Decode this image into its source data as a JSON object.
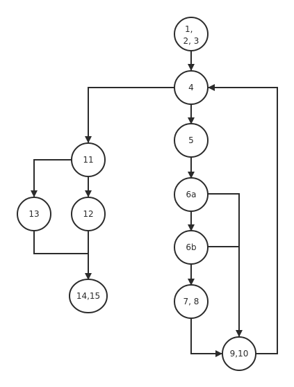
{
  "nodes": [
    {
      "id": "n1",
      "lines": [
        "1,",
        "2, 3"
      ]
    },
    {
      "id": "n4",
      "lines": [
        "4"
      ]
    },
    {
      "id": "n5",
      "lines": [
        "5"
      ]
    },
    {
      "id": "n6a",
      "lines": [
        "6a"
      ]
    },
    {
      "id": "n6b",
      "lines": [
        "6b"
      ]
    },
    {
      "id": "n78",
      "lines": [
        "7, 8"
      ]
    },
    {
      "id": "n910",
      "lines": [
        "9,10"
      ]
    },
    {
      "id": "n11",
      "lines": [
        "11"
      ]
    },
    {
      "id": "n12",
      "lines": [
        "12"
      ]
    },
    {
      "id": "n13",
      "lines": [
        "13"
      ]
    },
    {
      "id": "n1415",
      "lines": [
        "14,15"
      ]
    }
  ],
  "edges": [
    {
      "from": "n1",
      "to": "n4"
    },
    {
      "from": "n4",
      "to": "n5"
    },
    {
      "from": "n5",
      "to": "n6a"
    },
    {
      "from": "n6a",
      "to": "n6b"
    },
    {
      "from": "n6b",
      "to": "n78"
    },
    {
      "from": "n6a",
      "to": "n910"
    },
    {
      "from": "n6b",
      "to": "n910"
    },
    {
      "from": "n78",
      "to": "n910"
    },
    {
      "from": "n910",
      "to": "n4"
    },
    {
      "from": "n4",
      "to": "n11"
    },
    {
      "from": "n11",
      "to": "n12"
    },
    {
      "from": "n11",
      "to": "n13"
    },
    {
      "from": "n12",
      "to": "n1415"
    },
    {
      "from": "n13",
      "to": "n1415"
    }
  ],
  "colors": {
    "stroke": "#2b2b2b",
    "background": "#ffffff",
    "fill": "#ffffff"
  }
}
